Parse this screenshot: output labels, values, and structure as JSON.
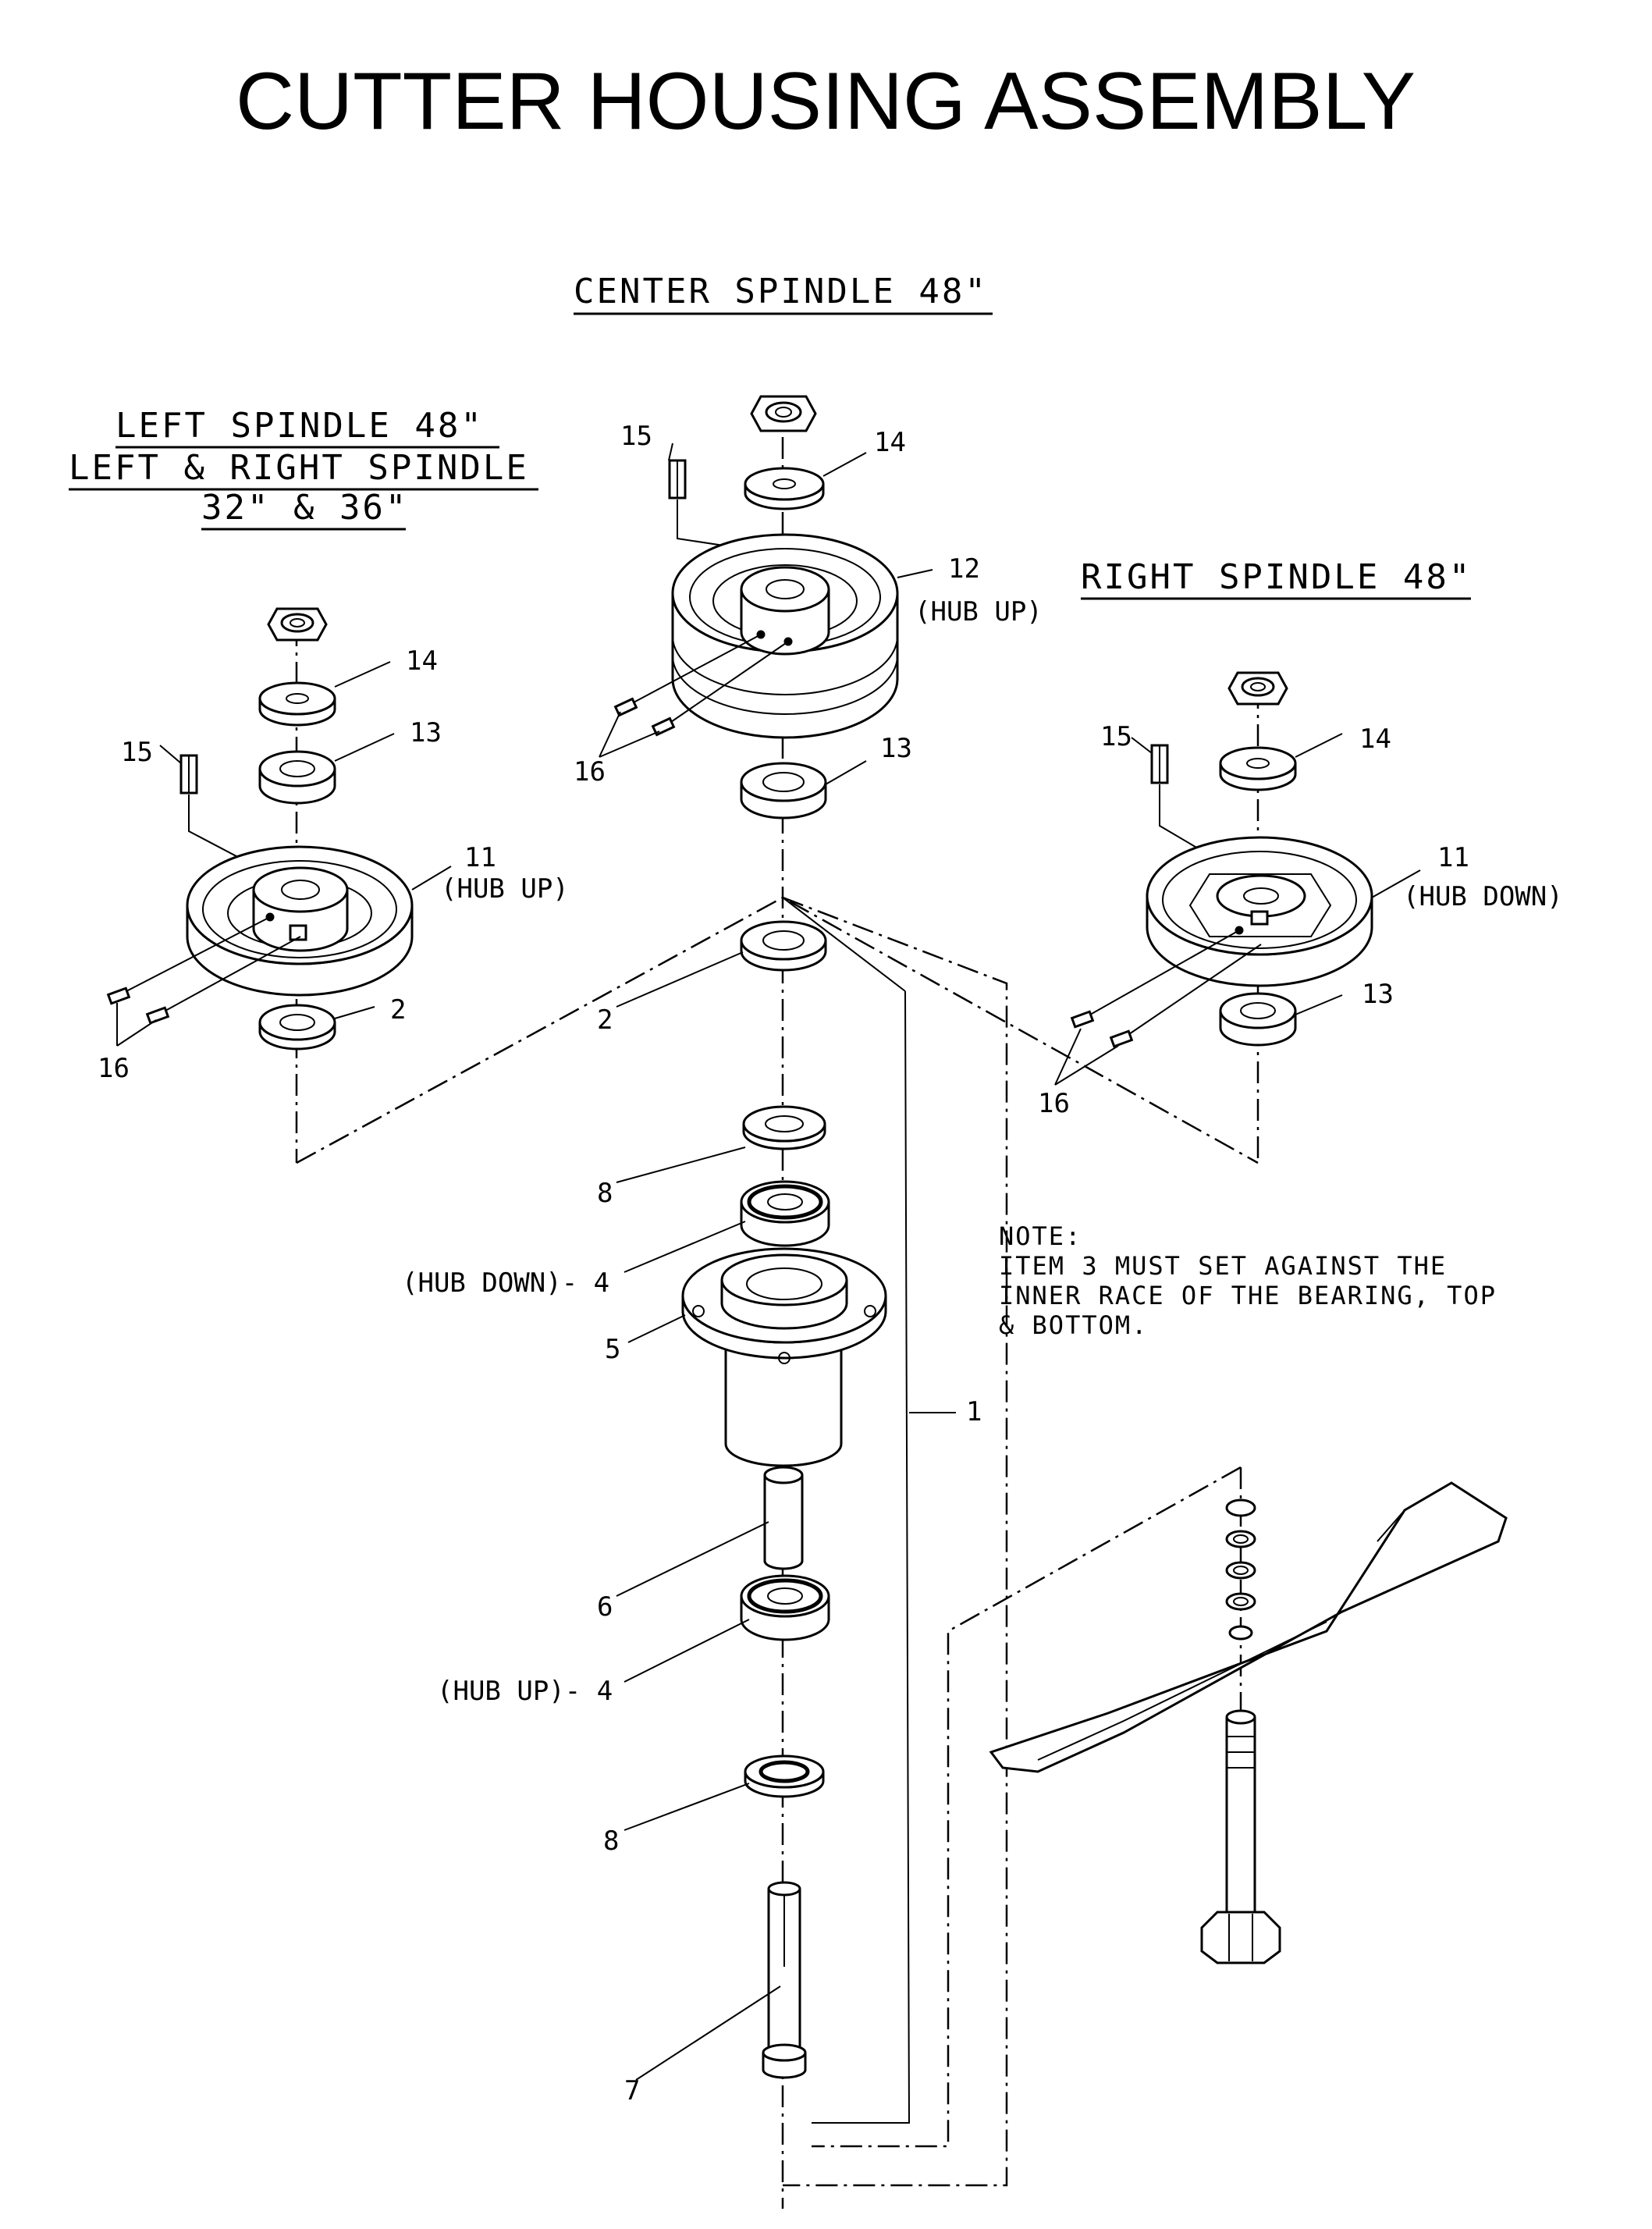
{
  "title": "CUTTER HOUSING ASSEMBLY",
  "headings": {
    "center": "CENTER SPINDLE 48\"",
    "left_line1": "LEFT SPINDLE 48\"",
    "left_line2": "LEFT & RIGHT SPINDLE",
    "left_line3": "32\" & 36\"",
    "right": "RIGHT SPINDLE 48\""
  },
  "note": {
    "line1": "NOTE:",
    "line2": "ITEM 3 MUST SET AGAINST THE",
    "line3": "INNER RACE OF THE BEARING, TOP",
    "line4": "& BOTTOM."
  },
  "callouts": {
    "c15": "15",
    "c14": "14",
    "c12": "12",
    "c12_note": "(HUB UP)",
    "c16": "16",
    "c13": "13",
    "l14": "14",
    "l13": "13",
    "l15": "15",
    "l11": "11",
    "l11_note": "(HUB UP)",
    "l2": "2",
    "l16": "16",
    "r15": "15",
    "r14": "14",
    "r11": "11",
    "r11_note": "(HUB DOWN)",
    "r13": "13",
    "r16": "16",
    "m2": "2",
    "m8": "8",
    "m4": "(HUB DOWN)- 4",
    "m5": "5",
    "m1": "1",
    "m6": "6",
    "m4b": "(HUB UP)- 4",
    "m8b": "8",
    "m7": "7"
  }
}
